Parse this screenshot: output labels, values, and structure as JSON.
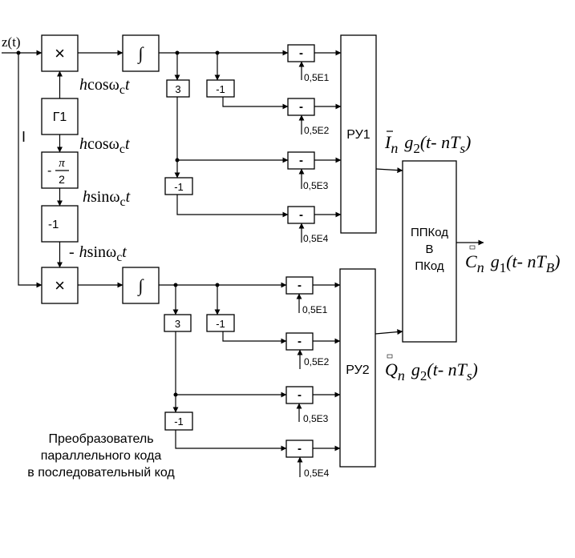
{
  "input_label": "z(t)",
  "branch_marker": "I",
  "multiplier_symbol": "×",
  "integrator_symbol": "∫",
  "generator_label": "Г1",
  "phase_shift": {
    "minus": "-",
    "numerator": "π",
    "denominator": "2"
  },
  "inverter_label": "-1",
  "triple_label": "3",
  "subtractor_label": "-",
  "signals": {
    "h_cos_1": {
      "h": "h",
      "func": "cos",
      "omega": "ω",
      "sub": "c",
      "t": "t"
    },
    "h_cos_2": {
      "h": "h",
      "func": "cos",
      "omega": "ω",
      "sub": "c",
      "t": "t"
    },
    "h_sin_1": {
      "h": "h",
      "func": "sin",
      "omega": "ω",
      "sub": "c",
      "t": "t"
    },
    "h_sin_2": {
      "minus": "-",
      "h": "h",
      "func": "sin",
      "omega": "ω",
      "sub": "c",
      "t": "t"
    }
  },
  "upper": {
    "thresholds": [
      "0,5E1",
      "0,5E2",
      "0,5E3",
      "0,5E4"
    ],
    "decision_label": "РУ1",
    "output": {
      "symbol": "I",
      "sub": "n",
      "g": "g",
      "g_sub": "2",
      "arg_open": "(t- nT",
      "arg_sub": "s",
      "arg_close": ")"
    }
  },
  "lower": {
    "thresholds": [
      "0,5E1",
      "0,5E2",
      "0,5E3",
      "0,5E4"
    ],
    "decision_label": "РУ2",
    "output": {
      "symbol": "Q",
      "sub": "n",
      "g": "g",
      "g_sub": "2",
      "arg_open": "(t- nT",
      "arg_sub": "s",
      "arg_close": ")"
    }
  },
  "converter": {
    "line1": "ППКод",
    "line2": "В",
    "line3": "ПКод"
  },
  "final_output": {
    "symbol": "C",
    "sub": "n",
    "g": "g",
    "g_sub": "1",
    "arg_open": "(t- nT",
    "arg_sub": "B",
    "arg_close": ")"
  },
  "caption": [
    "Преобразователь",
    "параллельного кода",
    "в последовательный код"
  ]
}
